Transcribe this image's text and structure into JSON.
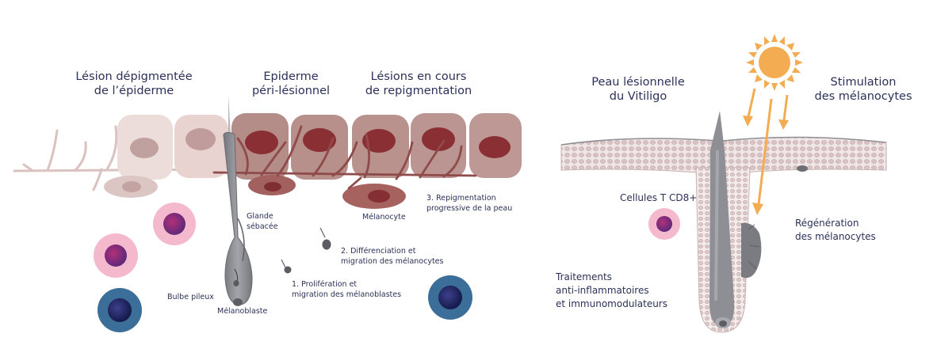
{
  "left_panel": {
    "headings": {
      "depigmented": "Lésion dépigmentée\nde l’épiderme",
      "perilesional": "Epiderme\npéri-lésionnel",
      "repigmenting": "Lésions en cours\nde repigmentation"
    },
    "labels": {
      "sebaceous_gland": "Glande\nsébacée",
      "melanocyte": "Mélanocyte",
      "step3": "3. Repigmentation\nprogressive de la peau",
      "step2": "2. Différenciation et\nmigration des mélanocytes",
      "step1": "1. Prolifération et\nmigration des mélanoblastes",
      "hair_bulb": "Bulbe pileux",
      "melanoblast": "Mélanoblaste"
    }
  },
  "right_panel": {
    "headings": {
      "lesional": "Peau lésionnelle\ndu Vitiligo",
      "stimulation": "Stimulation\ndes mélanocytes"
    },
    "labels": {
      "t_cells": "Cellules T CD8+",
      "regeneration": "Régénération\ndes mélanocytes",
      "treatments": "Traitements\nanti-inflammatoires\net immunomodulateurs"
    }
  },
  "colors": {
    "label_text": "#2b3158",
    "pale_cell": "#e8d5d3",
    "dark_cell": "#b8908c",
    "nucleus": "#8a2f33",
    "hair": "#8e8f94",
    "sun": "#f4ac52",
    "pink_cell": "#f5b9cd",
    "blue_cell": "#3b6e98"
  }
}
